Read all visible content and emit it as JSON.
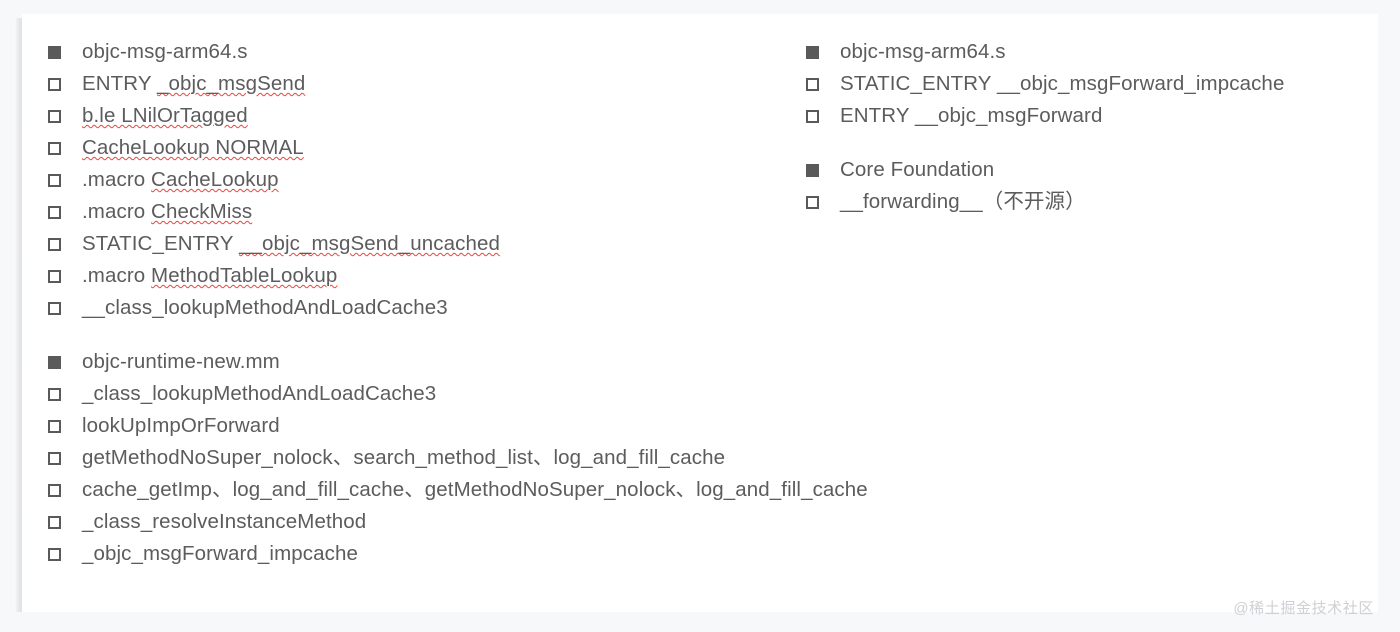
{
  "watermark": "@稀土掘金技术社区",
  "columns": {
    "left": [
      {
        "heading": "objc-msg-arm64.s",
        "items": [
          {
            "text": "ENTRY _objc_msgSend",
            "plain": "ENTRY ",
            "flagged": "_objc_msgSend"
          },
          {
            "text": "b.le    LNilOrTagged",
            "plain": "",
            "flagged": "b.le    LNilOrTagged"
          },
          {
            "text": "CacheLookup NORMAL",
            "plain": "",
            "flagged": "CacheLookup NORMAL"
          },
          {
            "text": ".macro CacheLookup",
            "plain": ".macro ",
            "flagged": "CacheLookup"
          },
          {
            "text": ".macro CheckMiss",
            "plain": ".macro ",
            "flagged": "CheckMiss"
          },
          {
            "text": "STATIC_ENTRY __objc_msgSend_uncached",
            "plain": "STATIC_ENTRY ",
            "flagged": "__objc_msgSend_uncached"
          },
          {
            "text": ".macro MethodTableLookup",
            "plain": ".macro ",
            "flagged": "MethodTableLookup"
          },
          {
            "text": "__class_lookupMethodAndLoadCache3",
            "plain": "__class_lookupMethodAndLoadCache3",
            "flagged": ""
          }
        ]
      },
      {
        "heading": "objc-runtime-new.mm",
        "items": [
          {
            "text": "_class_lookupMethodAndLoadCache3",
            "plain": "_class_lookupMethodAndLoadCache3",
            "flagged": ""
          },
          {
            "text": "lookUpImpOrForward",
            "plain": "lookUpImpOrForward",
            "flagged": ""
          },
          {
            "text": "getMethodNoSuper_nolock、search_method_list、log_and_fill_cache",
            "plain": "getMethodNoSuper_nolock、search_method_list、log_and_fill_cache",
            "flagged": ""
          },
          {
            "text": "cache_getImp、log_and_fill_cache、getMethodNoSuper_nolock、log_and_fill_cache",
            "plain": "cache_getImp、log_and_fill_cache、getMethodNoSuper_nolock、log_and_fill_cache",
            "flagged": ""
          },
          {
            "text": "_class_resolveInstanceMethod",
            "plain": "_class_resolveInstanceMethod",
            "flagged": ""
          },
          {
            "text": "_objc_msgForward_impcache",
            "plain": "_objc_msgForward_impcache",
            "flagged": ""
          }
        ]
      }
    ],
    "right": [
      {
        "heading": "objc-msg-arm64.s",
        "items": [
          {
            "text": "STATIC_ENTRY __objc_msgForward_impcache",
            "plain": "STATIC_ENTRY __objc_msgForward_impcache",
            "flagged": ""
          },
          {
            "text": "ENTRY __objc_msgForward",
            "plain": "ENTRY __objc_msgForward",
            "flagged": ""
          }
        ]
      },
      {
        "heading": "Core Foundation",
        "items": [
          {
            "text": "__forwarding__（不开源）",
            "plain": "__forwarding__（不开源）",
            "flagged": ""
          }
        ]
      }
    ]
  },
  "colors": {
    "page_background": "#f6f8fa",
    "card_background": "#ffffff",
    "text": "#5c5c5c",
    "marker": "#5a5a5a",
    "spellcheck_underline": "#e8453c",
    "watermark": "#cdd0d4"
  }
}
